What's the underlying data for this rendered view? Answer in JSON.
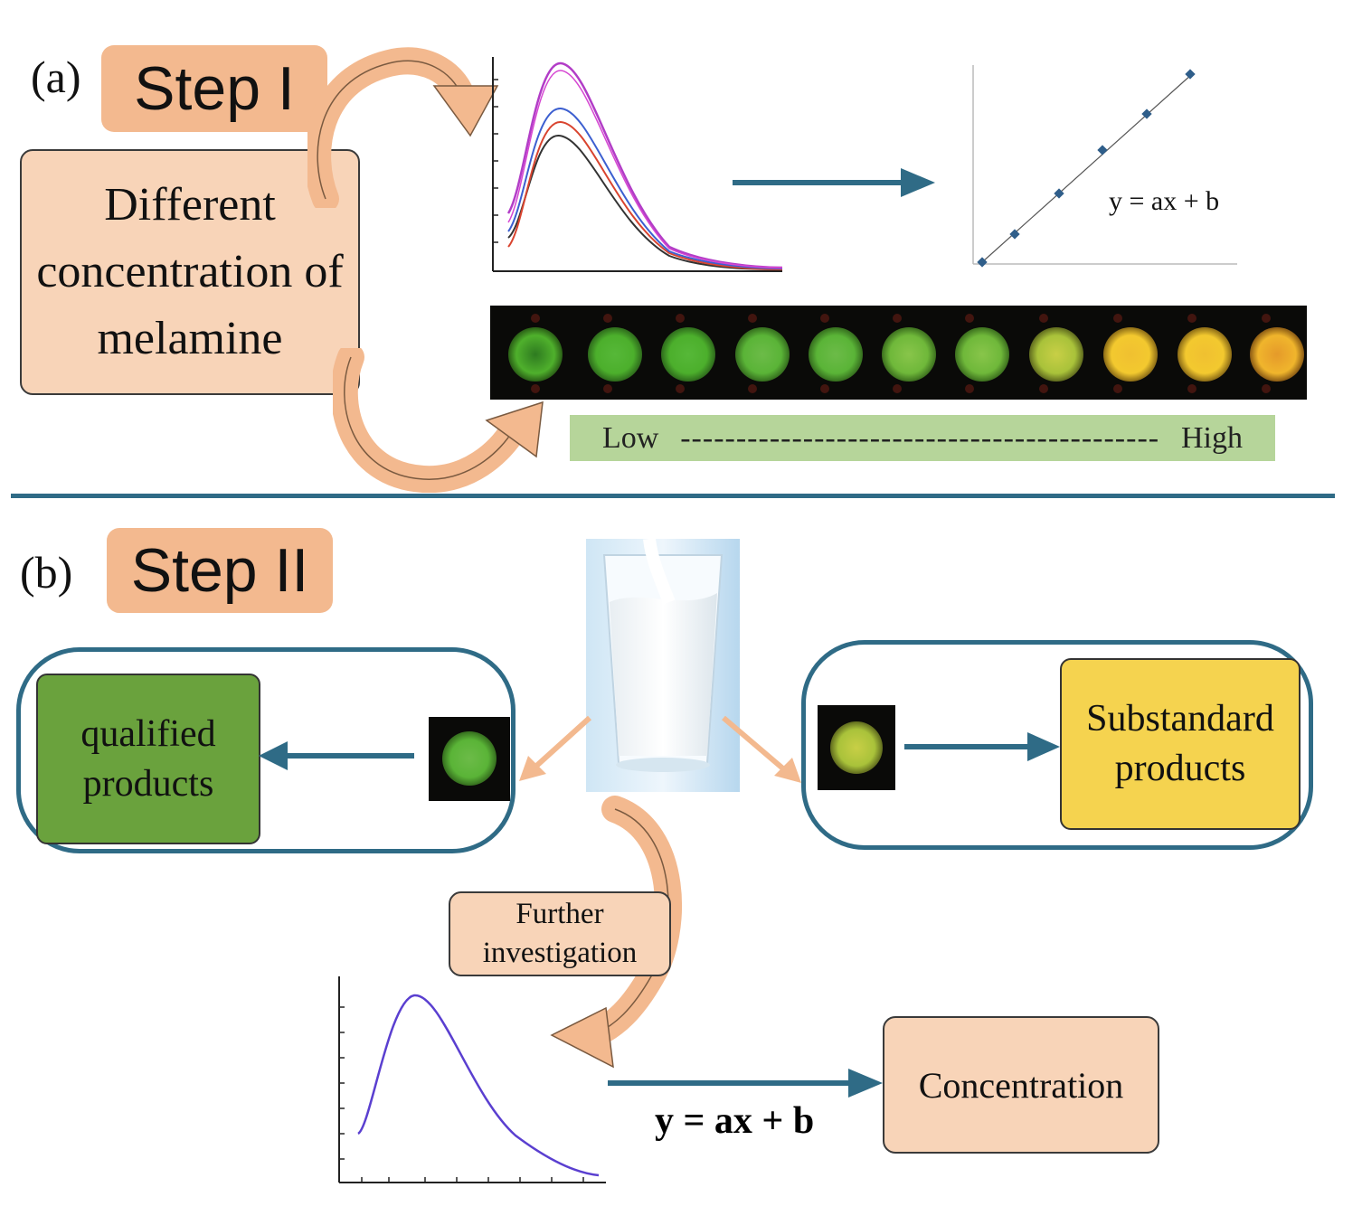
{
  "panel_a": {
    "label": "(a)",
    "step": "Step I",
    "source_box": "Different concentration of melamine",
    "equation": "y = ax + b",
    "gauge_low": "Low",
    "gauge_dashes": "-------------------------------------------",
    "gauge_high": "High"
  },
  "panel_b": {
    "label": "(b)",
    "step": "Step II",
    "qualified": "qualified products",
    "substandard": "Substandard products",
    "further": "Further investigation",
    "equation": "y = ax + b",
    "concentration": "Concentration"
  },
  "colors": {
    "arrow_teal": "#2f6b86",
    "step_orange": "#f3b98f",
    "peach": "#f8d4b8",
    "qualified_green": "#6aa23d",
    "substandard_yellow": "#f5d34f",
    "gauge_green": "#b6d59a"
  },
  "icons": [
    "curved-arrow-icon",
    "right-arrow-icon",
    "left-arrow-icon",
    "milk-glass-icon"
  ]
}
